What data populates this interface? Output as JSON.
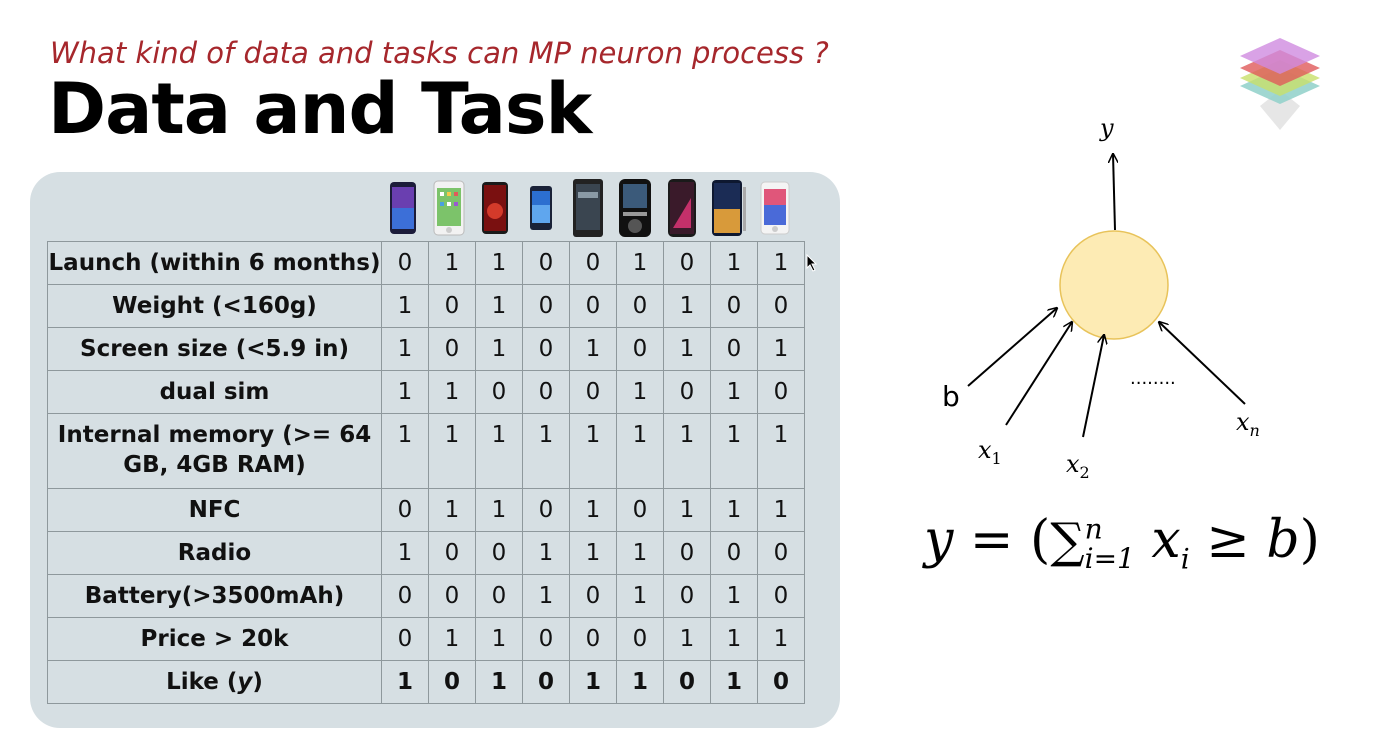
{
  "header": {
    "subtitle": "What kind of data and tasks can MP neuron process ?",
    "title": "Data and Task"
  },
  "phones": [
    {
      "icon": "phone-1-icon",
      "color": "#2a2a6e"
    },
    {
      "icon": "phone-2-icon",
      "color": "#6fbf5a"
    },
    {
      "icon": "phone-3-icon",
      "color": "#7a1010"
    },
    {
      "icon": "phone-4-icon",
      "color": "#2c6fd0"
    },
    {
      "icon": "phone-5-icon",
      "color": "#222222"
    },
    {
      "icon": "phone-6-icon",
      "color": "#111111"
    },
    {
      "icon": "phone-7-icon",
      "color": "#3a1a2a"
    },
    {
      "icon": "phone-8-icon",
      "color": "#1b2c55"
    },
    {
      "icon": "phone-9-icon",
      "color": "#e0567a"
    }
  ],
  "table": {
    "rows": [
      {
        "label": "Launch (within 6 months)",
        "values": [
          "0",
          "1",
          "1",
          "0",
          "0",
          "1",
          "0",
          "1",
          "1"
        ]
      },
      {
        "label": "Weight (<160g)",
        "values": [
          "1",
          "0",
          "1",
          "0",
          "0",
          "0",
          "1",
          "0",
          "0"
        ]
      },
      {
        "label": "Screen size (<5.9 in)",
        "values": [
          "1",
          "0",
          "1",
          "0",
          "1",
          "0",
          "1",
          "0",
          "1"
        ]
      },
      {
        "label": "dual sim",
        "values": [
          "1",
          "1",
          "0",
          "0",
          "0",
          "1",
          "0",
          "1",
          "0"
        ]
      },
      {
        "label": "Internal memory (>= 64 GB, 4GB RAM)",
        "values": [
          "1",
          "1",
          "1",
          "1",
          "1",
          "1",
          "1",
          "1",
          "1"
        ]
      },
      {
        "label": "NFC",
        "values": [
          "0",
          "1",
          "1",
          "0",
          "1",
          "0",
          "1",
          "1",
          "1"
        ]
      },
      {
        "label": "Radio",
        "values": [
          "1",
          "0",
          "0",
          "1",
          "1",
          "1",
          "0",
          "0",
          "0"
        ]
      },
      {
        "label": "Battery(>3500mAh)",
        "values": [
          "0",
          "0",
          "0",
          "1",
          "0",
          "1",
          "0",
          "1",
          "0"
        ]
      },
      {
        "label": "Price > 20k",
        "values": [
          "0",
          "1",
          "1",
          "0",
          "0",
          "0",
          "1",
          "1",
          "1"
        ]
      },
      {
        "label_prefix": "Like (",
        "label_var": "y",
        "label_suffix": ")",
        "values": [
          "1",
          "0",
          "1",
          "0",
          "1",
          "1",
          "0",
          "1",
          "0"
        ]
      }
    ]
  },
  "diagram": {
    "output_label": "y",
    "bias_label": "b",
    "x1_label": "x",
    "x1_sub": "1",
    "x2_label": "x",
    "x2_sub": "2",
    "xn_label": "x",
    "xn_sub": "n",
    "dots": "........",
    "neuron_fill": "#fdebb4",
    "neuron_stroke": "#e8c35a"
  },
  "formula": {
    "lhs": "y",
    "eq": " = (",
    "sum": "∑",
    "sup": "n",
    "sub": "i=1",
    "var": " x",
    "var_sub": "i",
    "op": " ≥ ",
    "rhs": "b",
    "close": ")"
  },
  "colors": {
    "subtitle": "#a6272c",
    "panel": "#d6dfe3"
  }
}
